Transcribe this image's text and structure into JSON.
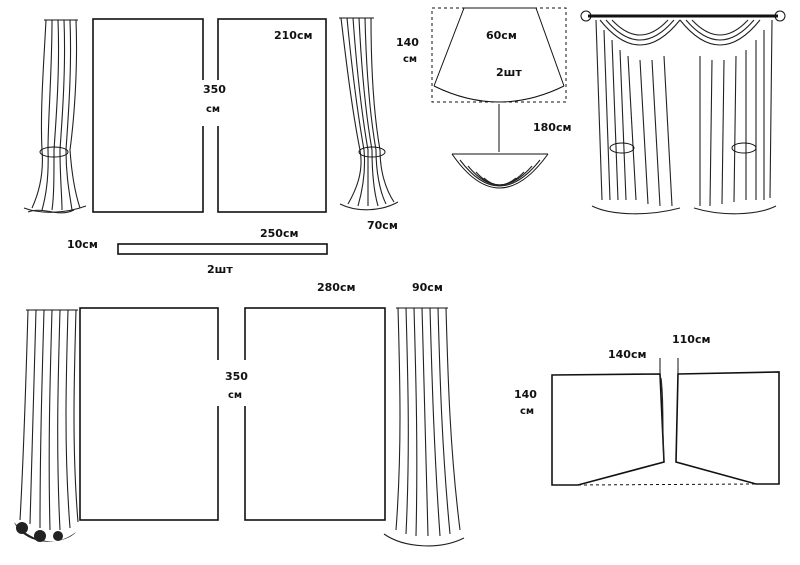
{
  "labels": {
    "top_panel_width": "210см",
    "height_350": "350",
    "unit_cm": "см",
    "tieback_width": "70см",
    "strip_length": "250см",
    "strip_height": "10см",
    "strip_qty": "2шт",
    "swag_height_num": "140",
    "swag_top": "60см",
    "swag_qty": "2шт",
    "swag_bottom": "180см",
    "bottom_panel_width": "280см",
    "side_panel_width": "90см",
    "height_350_b": "350",
    "unit_cm_b": "см",
    "valance_top": "110см",
    "valance_width": "140см",
    "valance_height_num": "140",
    "unit_cm_c": "см"
  },
  "colors": {
    "ink": "#111111",
    "paper": "#ffffff"
  }
}
